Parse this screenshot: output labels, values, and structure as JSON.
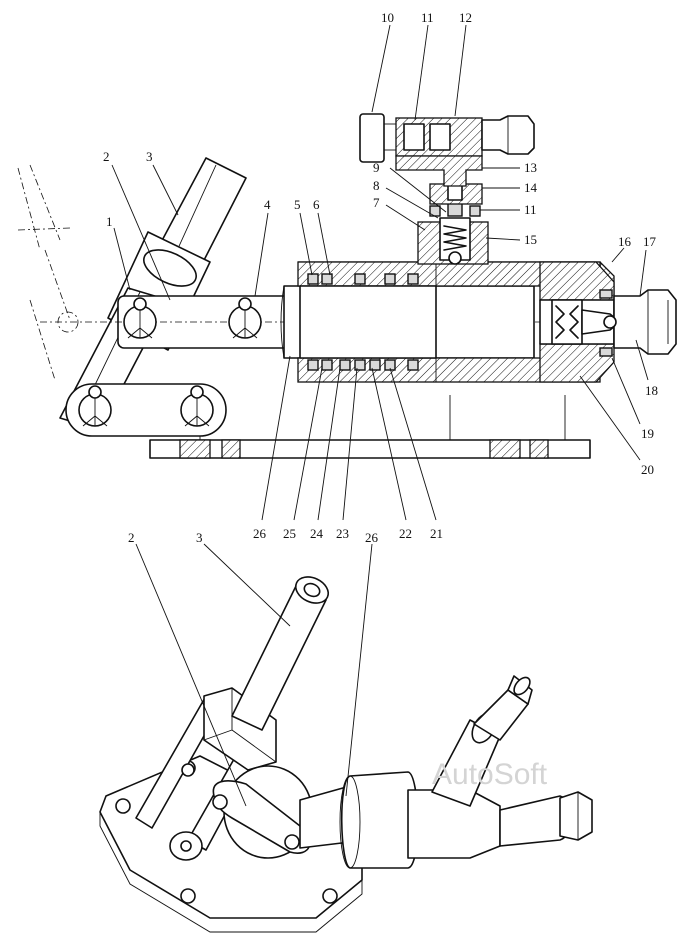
{
  "watermark": "AutoSoft",
  "labels": {
    "l1": "1",
    "l2": "2",
    "l3": "3",
    "l4": "4",
    "l5": "5",
    "l6": "6",
    "l7": "7",
    "l8": "8",
    "l9": "9",
    "l10": "10",
    "l11a": "11",
    "l11b": "11",
    "l12": "12",
    "l13": "13",
    "l14": "14",
    "l15": "15",
    "l16": "16",
    "l17": "17",
    "l18": "18",
    "l19": "19",
    "l20": "20",
    "l21": "21",
    "l22": "22",
    "l23": "23",
    "l24": "24",
    "l25": "25",
    "l26": "26",
    "l2b": "2",
    "l3b": "3",
    "l26b": "26"
  }
}
